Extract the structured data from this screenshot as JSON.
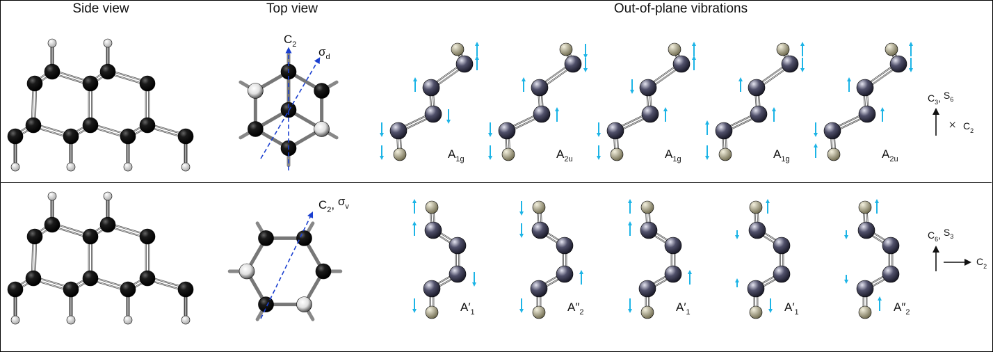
{
  "headers": {
    "side": "Side view",
    "top": "Top view",
    "vib": "Out-of-plane vibrations"
  },
  "top_view": {
    "row1": {
      "axis_a": "C",
      "axis_a_sub": "2",
      "axis_b": "σ",
      "axis_b_sub": "d"
    },
    "row2": {
      "axis_a": "C",
      "axis_a_sub": "2",
      "sep": ", ",
      "axis_b": "σ",
      "axis_b_sub": "v"
    }
  },
  "modes_row1": [
    {
      "base": "A",
      "sub": "1g",
      "prime": ""
    },
    {
      "base": "A",
      "sub": "2u",
      "prime": ""
    },
    {
      "base": "A",
      "sub": "1g",
      "prime": ""
    },
    {
      "base": "A",
      "sub": "1g",
      "prime": ""
    },
    {
      "base": "A",
      "sub": "2u",
      "prime": ""
    }
  ],
  "modes_row2": [
    {
      "base": "A",
      "sub": "1",
      "prime": "′"
    },
    {
      "base": "A",
      "sub": "2",
      "prime": "″"
    },
    {
      "base": "A",
      "sub": "1",
      "prime": "′"
    },
    {
      "base": "A",
      "sub": "1",
      "prime": "′"
    },
    {
      "base": "A",
      "sub": "2",
      "prime": "″"
    }
  ],
  "symmetry_row1": {
    "main": "C",
    "main_sub": "3",
    "sep": ", ",
    "second": "S",
    "second_sub": "6",
    "cross": "×",
    "other": "C",
    "other_sub": "2"
  },
  "symmetry_row2": {
    "main": "C",
    "main_sub": "6",
    "sep": ", ",
    "second": "S",
    "second_sub": "3",
    "other": "C",
    "other_sub": "2"
  },
  "colors": {
    "carbon_side": "#111111",
    "hydrogen": "#d8d8d8",
    "atom_purple": "#3a3a55",
    "atom_tan": "#a89f7c",
    "arrow_cyan": "#1cb4e6",
    "axis_blue": "#1a3fd0"
  }
}
